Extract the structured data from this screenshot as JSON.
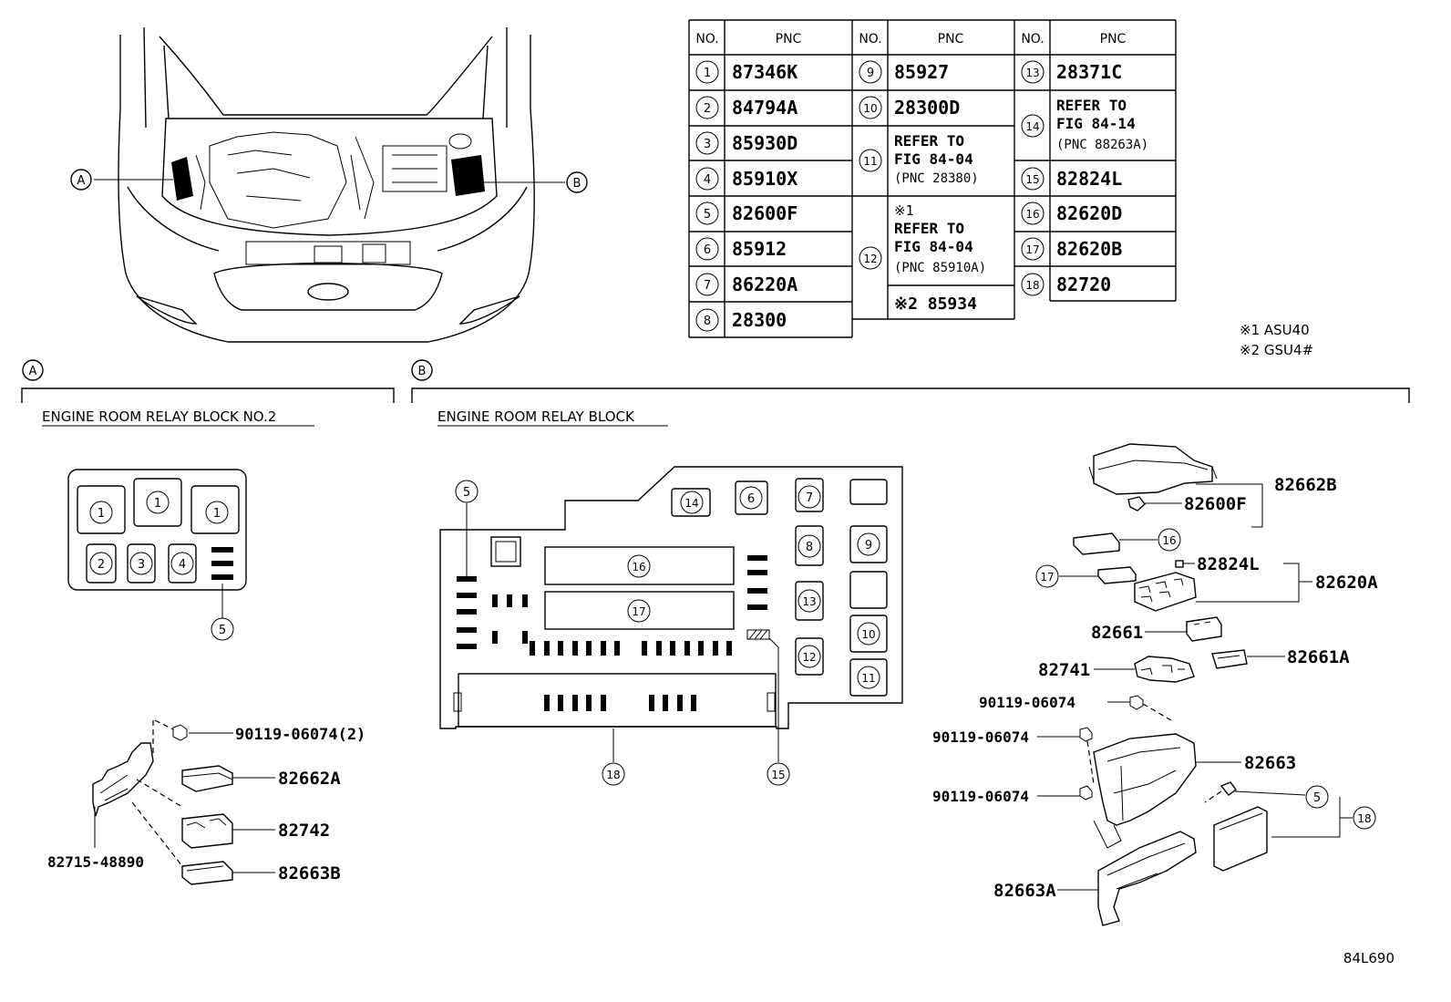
{
  "table": {
    "headers": [
      "NO.",
      "PNC"
    ],
    "col1": [
      {
        "no": "1",
        "pnc": "87346K"
      },
      {
        "no": "2",
        "pnc": "84794A"
      },
      {
        "no": "3",
        "pnc": "85930D"
      },
      {
        "no": "4",
        "pnc": "85910X"
      },
      {
        "no": "5",
        "pnc": "82600F"
      },
      {
        "no": "6",
        "pnc": "85912"
      },
      {
        "no": "7",
        "pnc": "86220A"
      },
      {
        "no": "8",
        "pnc": "28300"
      }
    ],
    "col2": {
      "r9": {
        "no": "9",
        "pnc": "85927"
      },
      "r10": {
        "no": "10",
        "pnc": "28300D"
      },
      "r11": {
        "no": "11",
        "lines": [
          "REFER TO",
          "FIG 84-04",
          "(PNC 28380)"
        ]
      },
      "r12": {
        "no": "12",
        "mark": "※1",
        "lines": [
          "REFER TO",
          "FIG 84-04",
          "(PNC 85910A)"
        ],
        "alt": "※2 85934"
      }
    },
    "col3": {
      "r13": {
        "no": "13",
        "pnc": "28371C"
      },
      "r14": {
        "no": "14",
        "lines": [
          "REFER TO",
          "FIG 84-14",
          "(PNC 88263A)"
        ]
      },
      "r15": {
        "no": "15",
        "pnc": "82824L"
      },
      "r16": {
        "no": "16",
        "pnc": "82620D"
      },
      "r17": {
        "no": "17",
        "pnc": "82620B"
      },
      "r18": {
        "no": "18",
        "pnc": "82720"
      }
    }
  },
  "notes": [
    "※1 ASU40",
    "※2 GSU4#"
  ],
  "callouts": {
    "a": "A",
    "b": "B"
  },
  "sections": {
    "a_title": "ENGINE ROOM RELAY BLOCK NO.2",
    "b_title": "ENGINE ROOM RELAY BLOCK"
  },
  "block_a": {
    "circles": [
      "1",
      "1",
      "1",
      "2",
      "3",
      "4",
      "5"
    ],
    "parts": [
      "90119-06074(2)",
      "82662A",
      "82742",
      "82663B",
      "82715-48890"
    ]
  },
  "block_b": {
    "circles": [
      "5",
      "14",
      "6",
      "7",
      "8",
      "9",
      "13",
      "10",
      "12",
      "11",
      "16",
      "17",
      "18",
      "15"
    ]
  },
  "assembly": {
    "parts": [
      "82662B",
      "82600F",
      "82824L",
      "82620A",
      "82661",
      "82661A",
      "82741",
      "90119-06074",
      "90119-06074",
      "82663",
      "90119-06074",
      "82663A"
    ],
    "circles": [
      "16",
      "17",
      "5",
      "18"
    ]
  },
  "figure_id": "84L690"
}
